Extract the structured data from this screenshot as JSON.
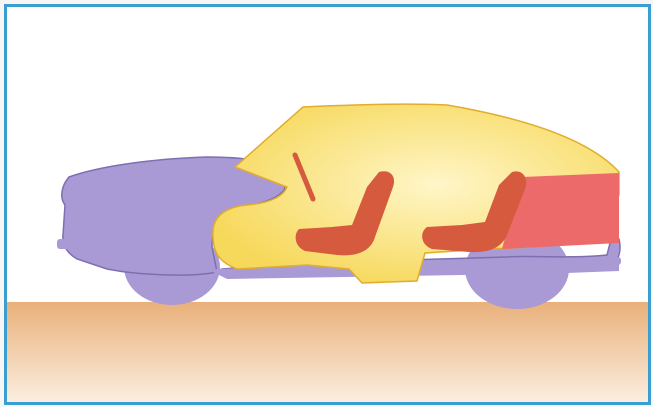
{
  "illustration": {
    "subject": "car-cutaway-side-view",
    "colors": {
      "frame_border": "#3a9fd0",
      "background": "#ffffff",
      "body_shell": "#a99ad6",
      "body_outline": "#7d6fb0",
      "cabin_zone": "#f6d85a",
      "cabin_highlight": "#fff6c8",
      "cabin_outline": "#e0ad2c",
      "seats": "#d65a3d",
      "cargo_zone": "#ec6a6a",
      "ground": "#e9b07a"
    },
    "parts": [
      "front-body",
      "rear-body",
      "passenger-cabin",
      "cargo-area",
      "front-seat",
      "rear-seat",
      "steering-wheel",
      "front-wheel",
      "rear-wheel",
      "ground"
    ]
  }
}
